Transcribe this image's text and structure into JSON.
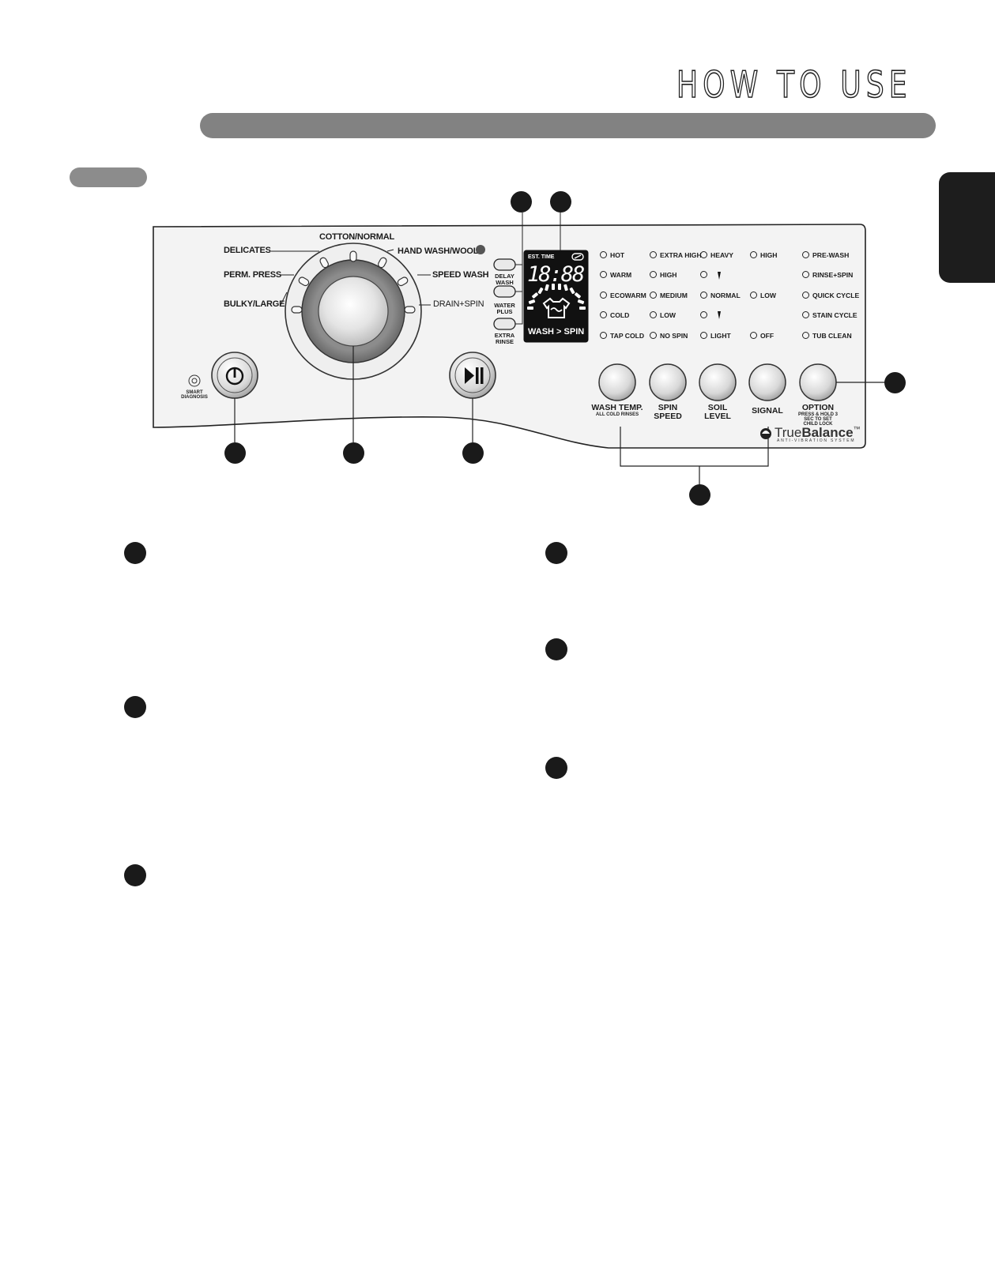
{
  "header": {
    "title": "HOW TO USE"
  },
  "cycles": {
    "delicates": "DELICATES",
    "perm_press": "PERM. PRESS",
    "bulky": "BULKY/LARGE",
    "cotton": "COTTON/NORMAL",
    "hand_wash": "HAND WASH/WOOL",
    "speed_wash": "SPEED WASH",
    "drain_spin": "DRAIN+SPIN"
  },
  "side_buttons": {
    "delay_wash": "DELAY WASH",
    "water_plus": "WATER PLUS",
    "extra_rinse": "EXTRA RINSE"
  },
  "display": {
    "est_time": "EST. TIME",
    "digits": "18:88",
    "status": "WASH > SPIN"
  },
  "wash_temp": [
    "HOT",
    "WARM",
    "ECOWARM",
    "COLD",
    "TAP COLD"
  ],
  "spin_speed": [
    "EXTRA HIGH",
    "HIGH",
    "MEDIUM",
    "LOW",
    "NO SPIN"
  ],
  "soil_level": [
    "HEAVY",
    "",
    "NORMAL",
    "",
    "LIGHT"
  ],
  "signal": [
    "HIGH",
    "LOW",
    "OFF"
  ],
  "option": [
    "PRE-WASH",
    "RINSE+SPIN",
    "QUICK CYCLE",
    "STAIN CYCLE",
    "TUB CLEAN"
  ],
  "buttons": {
    "wash_temp": "WASH TEMP.",
    "wash_temp_sub": "ALL COLD RINSES",
    "spin_speed": "SPIN SPEED",
    "soil_level": "SOIL LEVEL",
    "signal": "SIGNAL",
    "option": "OPTION",
    "option_sub": "PRESS & HOLD 3 SEC TO SET CHILD LOCK"
  },
  "smart_diagnosis": "SMART DIAGNOSIS",
  "brand": {
    "name_light": "True",
    "name_bold": "Balance",
    "tm": "™",
    "tagline": "ANTI-VIBRATION SYSTEM"
  }
}
